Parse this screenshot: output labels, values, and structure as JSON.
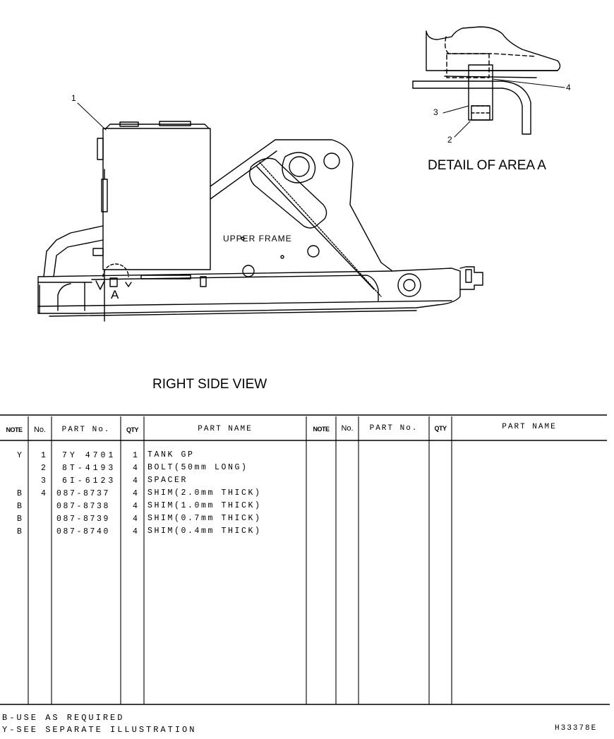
{
  "drawing": {
    "detail_caption": "DETAIL OF AREA A",
    "view_caption": "RIGHT SIDE VIEW",
    "upper_frame_label": "UPPER FRAME",
    "area_label": "A",
    "callouts": [
      "1",
      "2",
      "3",
      "4"
    ]
  },
  "table": {
    "headers": {
      "note": "NOTE",
      "no": "No.",
      "part_no": "PART No.",
      "qty": "QTY",
      "part_name": "PART NAME"
    },
    "rows": [
      {
        "note": "Y",
        "no": "1",
        "part_no": "7Y 4701",
        "qty": "1",
        "part_name": "TANK GP"
      },
      {
        "note": "",
        "no": "2",
        "part_no": "8T-4193",
        "qty": "4",
        "part_name": "BOLT(50mm LONG)"
      },
      {
        "note": "",
        "no": "3",
        "part_no": "6I-6123",
        "qty": "4",
        "part_name": "SPACER"
      },
      {
        "note": "B",
        "no": "4",
        "part_no": "087-8737",
        "qty": "4",
        "part_name": "SHIM(2.0mm THICK)"
      },
      {
        "note": "B",
        "no": "",
        "part_no": "087-8738",
        "qty": "4",
        "part_name": "SHIM(1.0mm THICK)"
      },
      {
        "note": "B",
        "no": "",
        "part_no": "087-8739",
        "qty": "4",
        "part_name": "SHIM(0.7mm THICK)"
      },
      {
        "note": "B",
        "no": "",
        "part_no": "087-8740",
        "qty": "4",
        "part_name": "SHIM(0.4mm THICK)"
      }
    ]
  },
  "footnotes": [
    "B-USE AS REQUIRED",
    "Y-SEE SEPARATE ILLUSTRATION"
  ],
  "drawing_number": "H33378E"
}
